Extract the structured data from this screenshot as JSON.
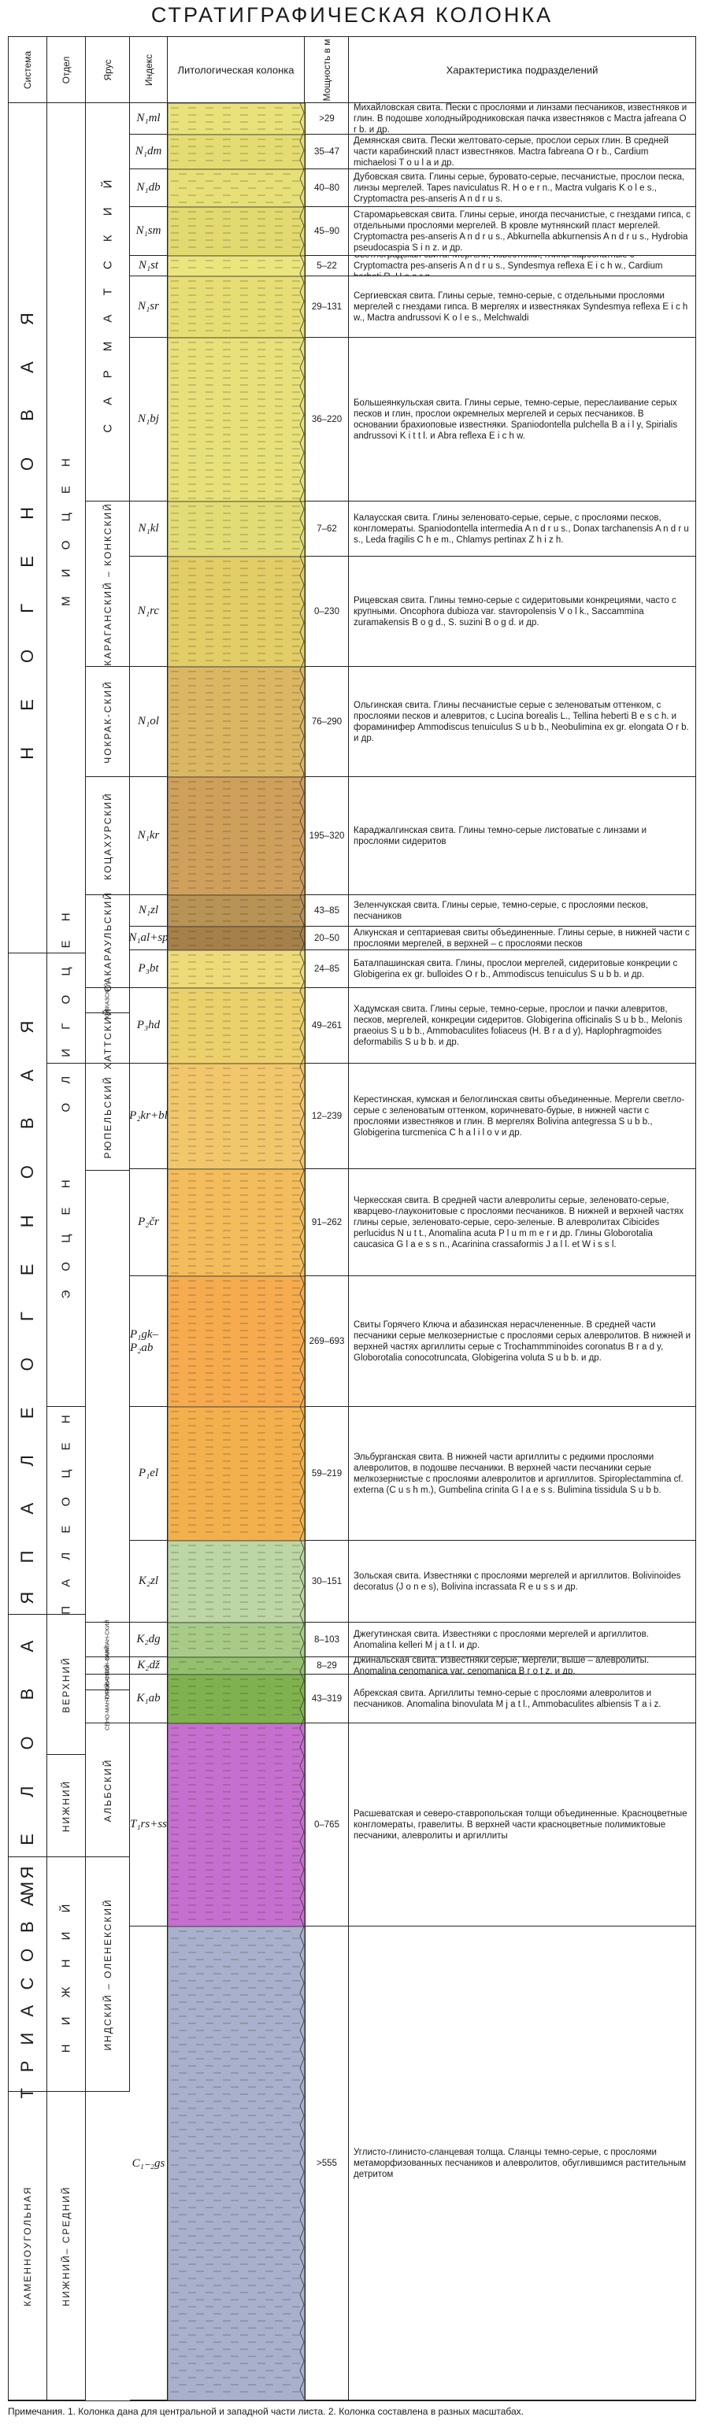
{
  "title": "СТРАТИГРАФИЧЕСКАЯ КОЛОНКА",
  "headers": {
    "system": "Система",
    "department": "Отдел",
    "stage": "Ярус",
    "index": "Индекс",
    "litho": "Литологическая колонка",
    "thickness": "Мощность в м",
    "description": "Характеристика подразделений"
  },
  "systems": [
    {
      "label": "Н Е О Г Е Н О В А Я"
    },
    {
      "label": "П А Л Е О Г Е Н О В А Я"
    },
    {
      "label": "М Е Л О В А Я"
    },
    {
      "label": "ТРИАСОВАЯ"
    },
    {
      "label": "КАМЕННОУГОЛЬНАЯ"
    }
  ],
  "departments": [
    {
      "label": "М И О Ц Е Н"
    },
    {
      "label": "О Л И Г О Ц Е Н"
    },
    {
      "label": "Э О Ц Е Н"
    },
    {
      "label": "П А Л Е О Ц Е Н"
    },
    {
      "label": "ВЕРХНИЙ"
    },
    {
      "label": "НИЖНИЙ"
    },
    {
      "label": "Н И Ж Н И Й"
    },
    {
      "label": "НИЖНИЙ– СРЕДНИЙ"
    }
  ],
  "stages": [
    {
      "label": "С А Р М А Т С К И Й"
    },
    {
      "label": "КАРАГАНСКИЙ – КОНКСКИЙ"
    },
    {
      "label": "ЧОКРАК-СКИЙ"
    },
    {
      "label": "КОЦАХУРСКИЙ"
    },
    {
      "label": "САКАРАУЛЬСКИЙ"
    },
    {
      "label": "КАВКАЗСКИЙ"
    },
    {
      "label": "ХАТТСКИЙ"
    },
    {
      "label": "РЮПЕЛЬСКИЙ"
    },
    {
      "label": "КАМПАН-СКИЙ"
    },
    {
      "label": "САНТОН-СКИЙ"
    },
    {
      "label": "ТУРОН-СКИЙ"
    },
    {
      "label": "СЕНО-МАН-СКИЙ"
    },
    {
      "label": "АЛЬБСКИЙ"
    },
    {
      "label": "ИНДСКИЙ – ОЛЕНЕКСКИЙ"
    }
  ],
  "units": [
    {
      "index": "N₁ml",
      "thickness": ">29",
      "color": "#e9e27a",
      "desc": "Михайловская свита. Пески с прослоями и линзами песчаников, известняков и глин. В подошве холодныйродниковская пачка известняков с Mactra jafreana O r b. и др."
    },
    {
      "index": "N₁dm",
      "thickness": "35–47",
      "color": "#e4dc72",
      "desc": "Демянская свита. Пески желтовато-серые, прослои серых глин. В средней части карабинский пласт известняков. Mactra fabreana O r b., Cardium michaelosi T o u l a и др."
    },
    {
      "index": "N₁db",
      "thickness": "40–80",
      "color": "#e7df78",
      "desc": "Дубовская свита. Глины серые, буровато-серые, песчанистые, прослои песка, линзы мергелей. Tapes naviculatus R. H o e r n., Mactra vulgaris K o l e s., Cryptomactra pes-anseris A n d r u s."
    },
    {
      "index": "N₁sm",
      "thickness": "45–90",
      "color": "#e2da70",
      "desc": "Старомарьевская свита. Глины серые, иногда песчанистые, с гнездами гипса, с отдельными прослоями мергелей. В кровле мутнянский пласт мергелей. Cryptomactra pes-anseris A n d r u s., Abkurnella abkurnensis A n d r u s., Hydrobia pseudocaspia S i n z. и др."
    },
    {
      "index": "N₁st",
      "thickness": "5–22",
      "color": "#ece57e",
      "desc": "Светлоградская свита. Мергели, известняки, глины карбонатные с Cryptomactra pes-anseris A n d r u s., Syndesmya reflexa E i c h w., Cardium barboti R. H o e r n."
    },
    {
      "index": "N₁sr",
      "thickness": "29–131",
      "color": "#e6de74",
      "desc": "Сергиевская свита. Глины серые, темно-серые, с отдельными прослоями мергелей с гнездами гипса. В мергелях и известняках Syndesmya reflexa E i c h w., Mactra andrussovi K o l e s., Melchwaldi"
    },
    {
      "index": "N₁bj",
      "thickness": "36–220",
      "color": "#e8e07a",
      "desc": "Большеянкульская свита. Глины серые, темно-серые, переслаивание серых песков и глин, прослои окремнелых мергелей и серых песчаников. В основании брахиоповые известняки. Spaniodontella pulchella B a i l y, Spirialis andrussovi K i t t l. и Abra reflexa E i c h w."
    },
    {
      "index": "N₁kl",
      "thickness": "7–62",
      "color": "#e3dc76",
      "desc": "Калаусская свита. Глины зеленовато-серые, серые, с прослоями песков, конгломераты. Spaniodontella intermedia A n d r u s., Donax tarchanensis A n d r u s., Leda fragilis C h e m., Chlamys pertinax Z h i z h."
    },
    {
      "index": "N₁rc",
      "thickness": "0–230",
      "color": "#e2cd66",
      "desc": "Рицевская свита. Глины темно-серые с сидеритовыми конкрециями, часто с крупными. Oncophora dubioza var. stavropolensis V o l k., Saccammina zuramakensis B o g d., S. suzini B o g d. и др."
    },
    {
      "index": "N₁ol",
      "thickness": "76–290",
      "color": "#dcb763",
      "desc": "Ольгинская свита. Глины песчанистые серые с зеленоватым оттенком, с прослоями песков и алевритов, с Lucina borealis L., Tellina heberti B e s c h. и фораминифер Ammodiscus tenuiculus S u b b., Neobulimina ex gr. elongata O r b. и др."
    },
    {
      "index": "N₁kr",
      "thickness": "195–320",
      "color": "#cf9f5c",
      "desc": "Караджалгинская свита. Глины темно-серые листоватые с линзами и прослоями сидеритов"
    },
    {
      "index": "N₁zl",
      "thickness": "43–85",
      "color": "#b89356",
      "desc": "Зеленчукская свита. Глины серые, темно-серые, с прослоями песков, песчаников"
    },
    {
      "index": "N₁al+sp",
      "thickness": "20–50",
      "color": "#a6804a",
      "desc": "Алкунская и септариевая свиты объединенные. Глины серые, в нижней части с прослоями мергелей, в верхней – с прослоями песков"
    },
    {
      "index": "P₃bt",
      "thickness": "24–85",
      "color": "#ecdb78",
      "desc": "Баталпашинская свита. Глины, прослои мергелей, сидеритовые конкреции с Globigerina ex gr. bulloides O r b., Ammodiscus tenuiculus S u b b. и др."
    },
    {
      "index": "P₃hd",
      "thickness": "49–261",
      "color": "#ecd06c",
      "desc": "Хадумская свита. Глины серые, темно-серые, прослои и пачки алевритов, песков, мергелей, конкреции сидеритов. Globigerina officinalis S u b b., Melonis praeoius S u b b., Ammobaculites foliaceus (H. B r a d y), Haplophragmoides deformabilis S u b b. и др."
    },
    {
      "index": "P₂kr+bl",
      "thickness": "12–239",
      "color": "#f2c76c",
      "desc": "Керестинская, кумская и белоглинская свиты объединенные. Мергели светло-серые с зеленоватым оттенком, коричневато-бурые, в нижней части с прослоями известняков и глин. В мергелях Bolivina antegressa S u b b., Globigerina turcmenica C h a l i l o v и др."
    },
    {
      "index": "P₂čr",
      "thickness": "91–262",
      "color": "#f3bc5c",
      "desc": "Черкесская свита. В средней части алевролиты серые, зеленовато-серые, кварцево-глауконитовые с прослоями песчаников. В нижней и верхней частях глины серые, зеленовато-серые, серо-зеленые. В алевролитах Cibicides perlucidus N u t t., Anomalina acuta P l u m m e r и др. Глины Globorotalia caucasica G l a e s s n., Acarinina crassaformis J a l l. et W i s s l."
    },
    {
      "index": "P₁gk–P₂ab",
      "thickness": "269–693",
      "color": "#f5ab4e",
      "desc": "Свиты Горячего Ключа и абазинская нерасчлененные. В средней части песчаники серые мелкозернистые с прослоями серых алевролитов. В нижней и верхней частях аргиллиты серые с Trochammminoides coronatus B r a d y, Globorotalia conocotruncata, Globigerina voluta S u b b. и др."
    },
    {
      "index": "P₁el",
      "thickness": "59–219",
      "color": "#f3b14d",
      "desc": "Эльбурганская свита. В нижней части аргиллиты с редкими прослоями алевролитов, в подошве песчаники. В верхней части песчаники серые мелкозернистые с прослоями алевролитов и аргиллитов. Spiroplectammina cf. externa (C u s h m.), Gumbelina crinita G l a e s s. Bulimina tissidula S u b b."
    },
    {
      "index": "K₂zl",
      "thickness": "30–151",
      "color": "#bcd6a4",
      "desc": "Зольская свита. Известняки с прослоями мергелей и аргиллитов. Bolivinoides decoratus (J o n e s), Bolivina incrassata R e u s s и др."
    },
    {
      "index": "K₂dg",
      "thickness": "8–103",
      "color": "#a8cc88",
      "desc": "Джегутинская свита. Известняки с прослоями мергелей и аргиллитов. Anomalina kelleri M j a t l. и др."
    },
    {
      "index": "K₂dž",
      "thickness": "8–29",
      "color": "#94c06e",
      "desc": "Джинальская свита. Известняки серые, мергели, выше – алевролиты. Anomalina cenomanica var. cenomanica B r o t z. и др."
    },
    {
      "index": "K₁ab",
      "thickness": "43–319",
      "color": "#7fb24e",
      "desc": "Абрекская свита. Аргиллиты темно-серые с прослоями алевролитов и песчаников. Anomalina binovulata M j a t l., Ammobaculites albiensis T a i z."
    },
    {
      "index": "T₁rs+ss",
      "thickness": "0–765",
      "color": "#c56fcf",
      "desc": "Расшеватская и северо-ставропольская толщи объединенные. Красноцветные конгломераты, гравелиты. В верхней части красноцветные полимиктовые песчаники, алевролиты и аргиллиты"
    },
    {
      "index": "C₁₋₂gs",
      "thickness": ">555",
      "color": "#a8b0cc",
      "desc": "Углисто-глинисто-сланцевая толща. Сланцы темно-серые, с прослоями метаморфизованных песчаников и алевролитов, обуглившимся растительным детритом"
    }
  ],
  "note": "Примечания. 1. Колонка дана для центральной и западной части листа. 2. Колонка составлена в разных масштабах."
}
